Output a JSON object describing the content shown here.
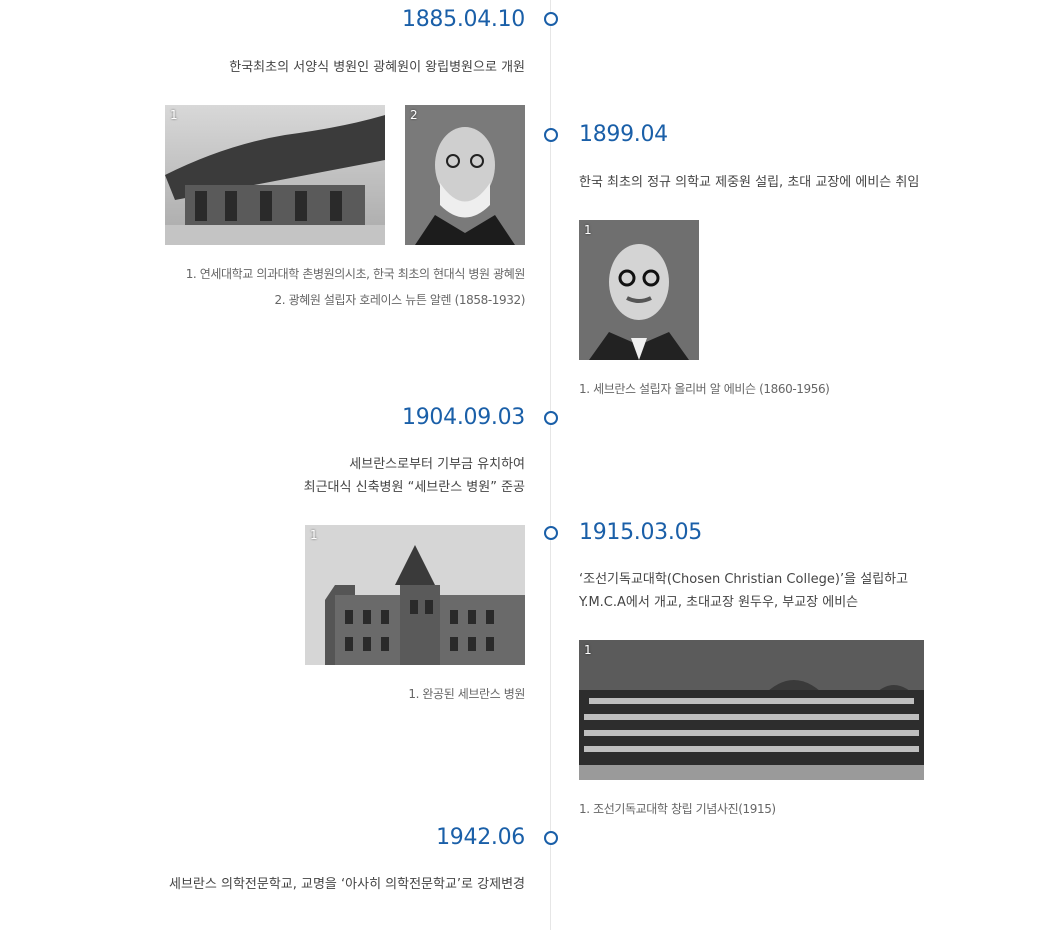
{
  "colors": {
    "accent": "#1a5fa8",
    "axis": "#e6e6e6",
    "text": "#444444"
  },
  "events": [
    {
      "date": "1885.04.10",
      "desc": [
        "한국최초의 서양식 병원인 광혜원이 왕립병원으로 개원"
      ],
      "photos": [
        {
          "num": "1",
          "subject": "hanok-building-photo"
        },
        {
          "num": "2",
          "subject": "portrait-horace-allen"
        }
      ],
      "captions": [
        "1. 연세대학교 의과대학 촌병원의시초, 한국 최초의 현대식 병원 광혜원",
        "2. 광혜원 설립자 호레이스 뉴튼 알렌 (1858-1932)"
      ]
    },
    {
      "date": "1899.04",
      "desc": [
        "한국 최초의 정규 의학교 제중원 설립, 초대 교장에 에비슨 취임"
      ],
      "photos": [
        {
          "num": "1",
          "subject": "portrait-oliver-avison"
        }
      ],
      "captions": [
        "1. 세브란스 설립자 올리버 알 에비슨 (1860-1956)"
      ]
    },
    {
      "date": "1904.09.03",
      "desc": [
        "세브란스로부터 기부금 유치하여",
        "최근대식 신축병원 “세브란스 병원” 준공"
      ],
      "photos": [
        {
          "num": "1",
          "subject": "severance-hospital-photo"
        }
      ],
      "captions": [
        "1. 완공된 세브란스 병원"
      ]
    },
    {
      "date": "1915.03.05",
      "desc": [
        "‘조선기독교대학(Chosen Christian College)’을 설립하고",
        "Y.M.C.A에서 개교, 초대교장 원두우, 부교장 에비슨"
      ],
      "photos": [
        {
          "num": "1",
          "subject": "group-photo-1915"
        }
      ],
      "captions": [
        "1. 조선기독교대학 창립 기념사진(1915)"
      ]
    },
    {
      "date": "1942.06",
      "desc": [
        "세브란스 의학전문학교, 교명을 ‘아사히 의학전문학교’로 강제변경"
      ]
    }
  ]
}
